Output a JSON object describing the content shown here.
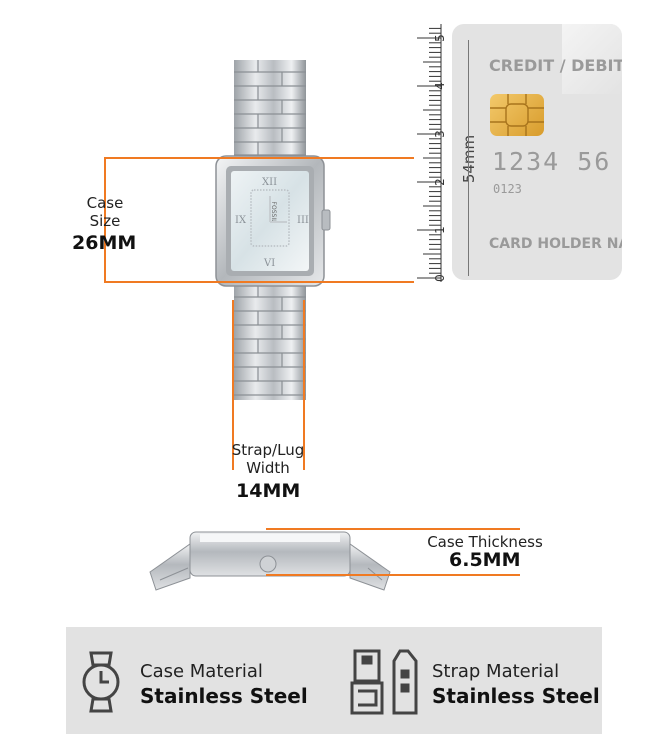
{
  "case_size": {
    "label_line1": "Case",
    "label_line2": "Size",
    "value": "26MM"
  },
  "strap": {
    "label_line1": "Strap/Lug",
    "label_line2": "Width",
    "value": "14MM"
  },
  "thickness": {
    "label": "Case Thickness",
    "value": "6.5MM"
  },
  "ruler": {
    "marks": [
      "0",
      "1",
      "2",
      "3",
      "4",
      "5"
    ],
    "unit_label": "54mm"
  },
  "card": {
    "title": "CREDIT / DEBIT C",
    "number": "1234  56",
    "small_number": "0123",
    "holder": "CARD HOLDER NAME"
  },
  "watch": {
    "brand": "FOSSIL"
  },
  "materials": [
    {
      "title": "Case Material",
      "value": "Stainless Steel"
    },
    {
      "title": "Strap Material",
      "value": "Stainless Steel"
    }
  ],
  "colors": {
    "accent": "#f07a22",
    "steel": "#c9ccd0",
    "card": "#e3e3e3",
    "panel": "#e2e2e2"
  }
}
